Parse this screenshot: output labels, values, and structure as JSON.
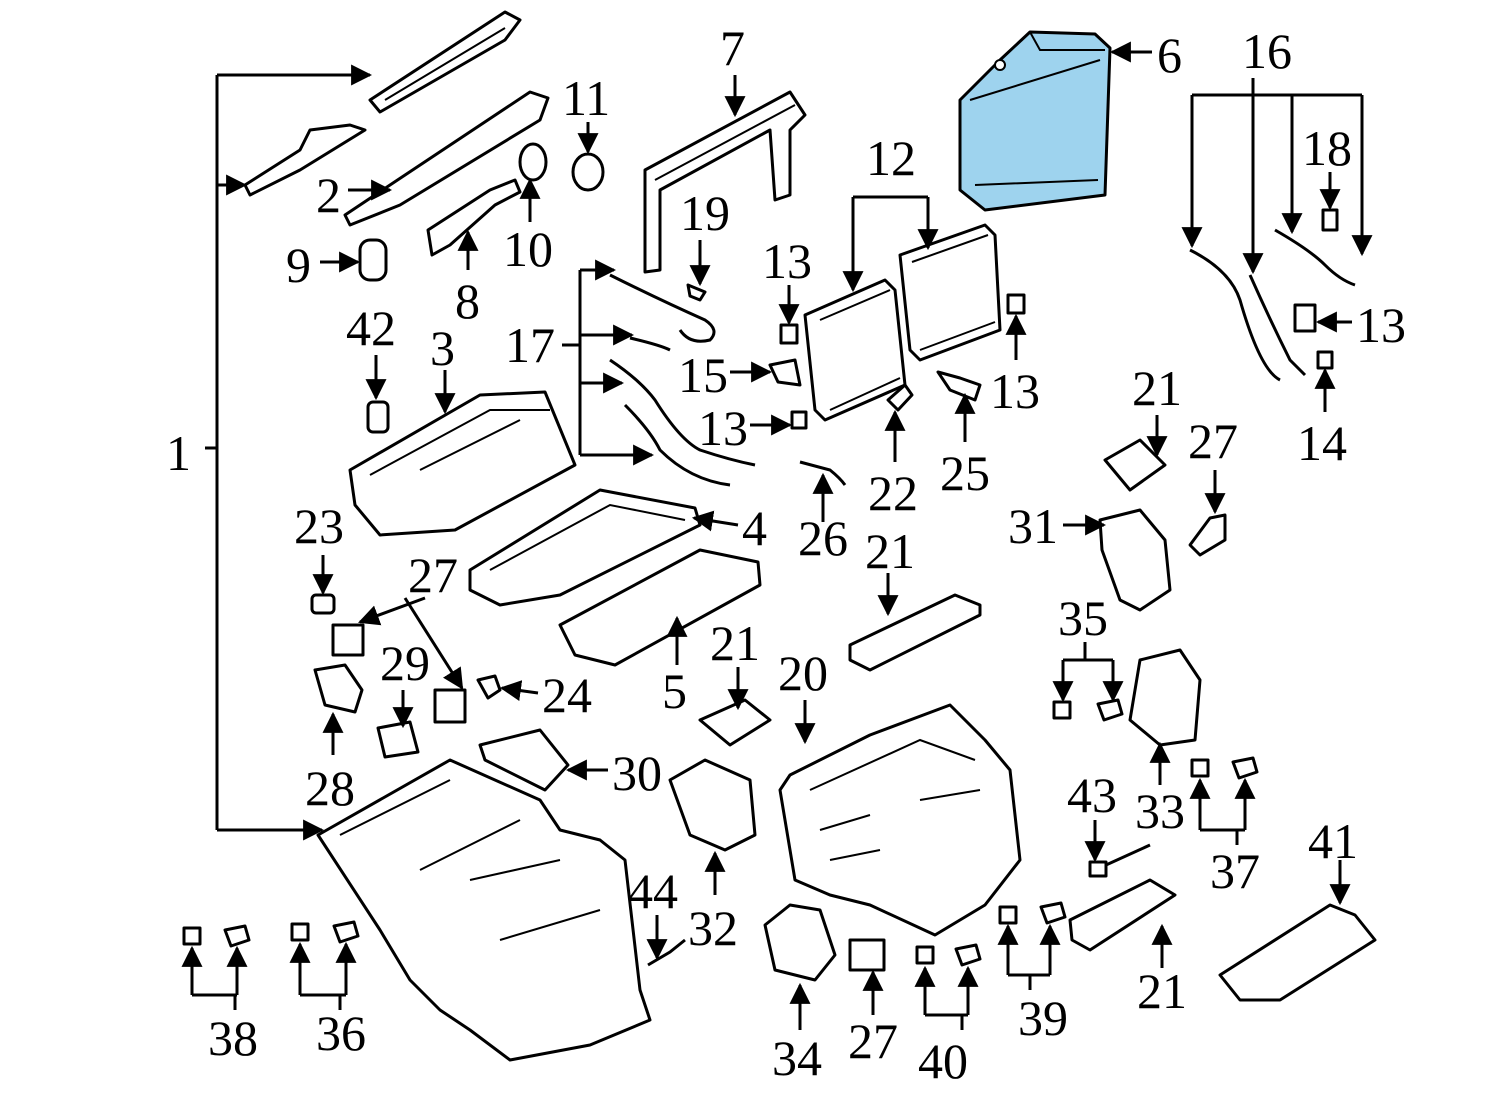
{
  "highlight_color": "#9ed3ee",
  "line_color": "#000000",
  "callouts": [
    {
      "id": "c1",
      "label": "1"
    },
    {
      "id": "c2",
      "label": "2"
    },
    {
      "id": "c3",
      "label": "3"
    },
    {
      "id": "c4",
      "label": "4"
    },
    {
      "id": "c5",
      "label": "5"
    },
    {
      "id": "c6",
      "label": "6"
    },
    {
      "id": "c7",
      "label": "7"
    },
    {
      "id": "c8",
      "label": "8"
    },
    {
      "id": "c9",
      "label": "9"
    },
    {
      "id": "c10",
      "label": "10"
    },
    {
      "id": "c11",
      "label": "11"
    },
    {
      "id": "c12",
      "label": "12"
    },
    {
      "id": "c13a",
      "label": "13"
    },
    {
      "id": "c13b",
      "label": "13"
    },
    {
      "id": "c13c",
      "label": "13"
    },
    {
      "id": "c13d",
      "label": "13"
    },
    {
      "id": "c14",
      "label": "14"
    },
    {
      "id": "c15",
      "label": "15"
    },
    {
      "id": "c16",
      "label": "16"
    },
    {
      "id": "c17",
      "label": "17"
    },
    {
      "id": "c18",
      "label": "18"
    },
    {
      "id": "c19",
      "label": "19"
    },
    {
      "id": "c20",
      "label": "20"
    },
    {
      "id": "c21a",
      "label": "21"
    },
    {
      "id": "c21b",
      "label": "21"
    },
    {
      "id": "c21c",
      "label": "21"
    },
    {
      "id": "c21d",
      "label": "21"
    },
    {
      "id": "c22",
      "label": "22"
    },
    {
      "id": "c23",
      "label": "23"
    },
    {
      "id": "c24",
      "label": "24"
    },
    {
      "id": "c25",
      "label": "25"
    },
    {
      "id": "c26",
      "label": "26"
    },
    {
      "id": "c27a",
      "label": "27"
    },
    {
      "id": "c27b",
      "label": "27"
    },
    {
      "id": "c27c",
      "label": "27"
    },
    {
      "id": "c28",
      "label": "28"
    },
    {
      "id": "c29",
      "label": "29"
    },
    {
      "id": "c30",
      "label": "30"
    },
    {
      "id": "c31",
      "label": "31"
    },
    {
      "id": "c32",
      "label": "32"
    },
    {
      "id": "c33",
      "label": "33"
    },
    {
      "id": "c34",
      "label": "34"
    },
    {
      "id": "c35",
      "label": "35"
    },
    {
      "id": "c36",
      "label": "36"
    },
    {
      "id": "c37",
      "label": "37"
    },
    {
      "id": "c38",
      "label": "38"
    },
    {
      "id": "c39",
      "label": "39"
    },
    {
      "id": "c40",
      "label": "40"
    },
    {
      "id": "c41",
      "label": "41"
    },
    {
      "id": "c42",
      "label": "42"
    },
    {
      "id": "c43",
      "label": "43"
    },
    {
      "id": "c44",
      "label": "44"
    }
  ]
}
